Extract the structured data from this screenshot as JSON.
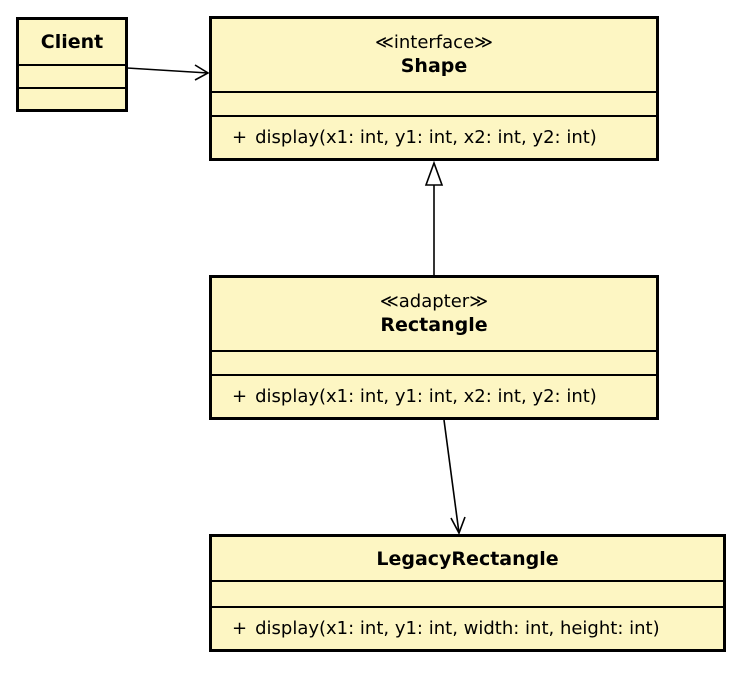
{
  "classes": {
    "client": {
      "name": "Client"
    },
    "shape": {
      "stereotype": "≪interface≫",
      "name": "Shape",
      "operation": {
        "visibility": "+",
        "signature": "display(x1: int, y1: int, x2: int, y2: int)"
      }
    },
    "rectangle": {
      "stereotype": "≪adapter≫",
      "name": "Rectangle",
      "operation": {
        "visibility": "+",
        "signature": "display(x1: int, y1: int, x2: int, y2: int)"
      }
    },
    "legacy": {
      "name": "LegacyRectangle",
      "operation": {
        "visibility": "+",
        "signature": "display(x1: int, y1: int, width: int, height: int)"
      }
    }
  },
  "relationships": [
    {
      "from": "Client",
      "to": "Shape",
      "kind": "association"
    },
    {
      "from": "Rectangle",
      "to": "Shape",
      "kind": "realization"
    },
    {
      "from": "Rectangle",
      "to": "LegacyRectangle",
      "kind": "association"
    }
  ],
  "colors": {
    "class_fill": "#fdf6c3",
    "stroke": "#000000"
  }
}
